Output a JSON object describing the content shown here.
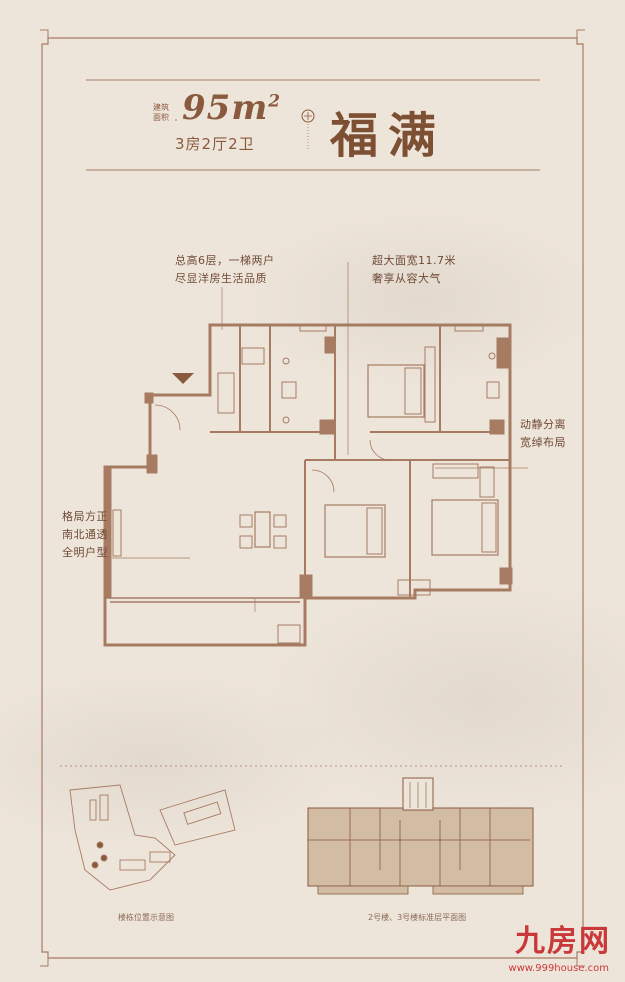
{
  "header": {
    "area_tag": "建筑面积",
    "area_value": "95m",
    "area_sup": "2",
    "layout": "3房2厅2卫",
    "name": "福满"
  },
  "notes": {
    "floors": [
      "总高6层，一梯两户",
      "尽显洋房生活品质"
    ],
    "width": [
      "超大面宽11.7米",
      "奢享从容大气"
    ],
    "zoning": [
      "动静分离",
      "宽绰布局"
    ],
    "layout": [
      "格局方正",
      "南北通透",
      "全明户型"
    ]
  },
  "captions": {
    "site_plan": "楼栋位置示意图",
    "floor_plan": "2号楼、3号楼标准层平面图"
  },
  "watermark": {
    "logo": "九房网",
    "url": "www.999house.com"
  },
  "colors": {
    "background": "#eee5da",
    "line": "#a67b62",
    "accent": "#7d4f33",
    "watermark": "#c9393a"
  }
}
